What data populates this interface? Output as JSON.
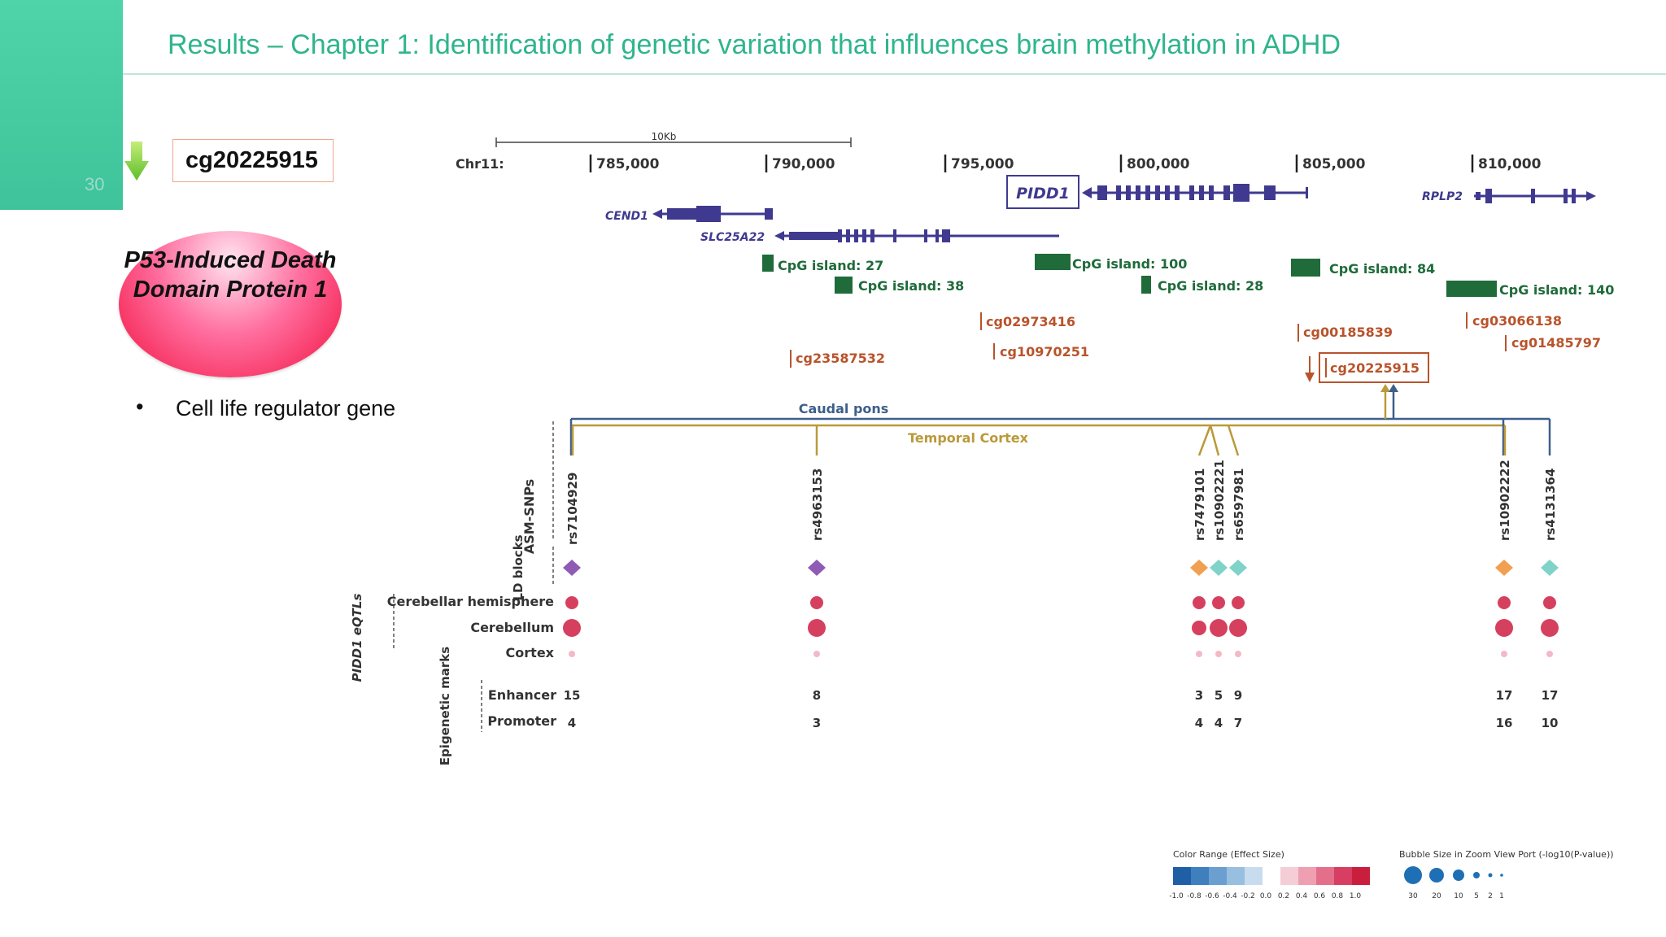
{
  "slide": {
    "number": "30",
    "title": "Results – Chapter 1: Identification of genetic variation that influences brain methylation in ADHD",
    "cpg_id": "cg20225915",
    "gene_name_bubble": "P53-Induced Death Domain Protein 1",
    "bullets": [
      "Cell life regulator gene"
    ]
  },
  "figure": {
    "scale_label": "10Kb",
    "chr_label": "Chr11:",
    "positions": [
      "785,000",
      "790,000",
      "795,000",
      "800,000",
      "805,000",
      "810,000"
    ],
    "genes": [
      "PIDD1",
      "CEND1",
      "SLC25A22",
      "RPLP2"
    ],
    "cpg_islands": [
      "CpG island: 27",
      "CpG island: 38",
      "CpG island: 100",
      "CpG island: 28",
      "CpG island: 84",
      "CpG island: 140"
    ],
    "cg_probes": [
      "cg23587532",
      "cg02973416",
      "cg10970251",
      "cg00185839",
      "cg20225915",
      "cg03066138",
      "cg01485797"
    ],
    "tissues": [
      "Caudal pons",
      "Temporal Cortex"
    ],
    "snps": [
      "rs7104929",
      "rs4963153",
      "rs7479101",
      "rs10902221",
      "rs6597981",
      "rs10902222",
      "rs4131364"
    ],
    "row_groups": {
      "asm": "ASM-SNPs",
      "ld": "LD blocks",
      "eqtl": "PIDD1 eQTLs",
      "epi": "Epigenetic marks"
    },
    "eqtl_rows": [
      "Cerebellar hemisphere",
      "Cerebellum",
      "Cortex"
    ],
    "epi_rows": [
      "Enhancer",
      "Promoter"
    ],
    "enhancer_counts": [
      "15",
      "8",
      "3",
      "5",
      "9",
      "17",
      "17"
    ],
    "promoter_counts": [
      "4",
      "3",
      "4",
      "4",
      "7",
      "16",
      "10"
    ],
    "ld_colors": [
      "#8e5bb5",
      "#8e5bb5",
      "#f0a050",
      "#7fd3c8",
      "#7fd3c8",
      "#f0a050",
      "#7fd3c8"
    ],
    "legend": {
      "color_title": "Color Range (Effect Size)",
      "color_ticks": [
        "-1.0",
        "-0.8",
        "-0.6",
        "-0.4",
        "-0.2",
        "0.0",
        "0.2",
        "0.4",
        "0.6",
        "0.8",
        "1.0"
      ],
      "bubble_title": "Bubble Size in Zoom View Port (-log10(P-value))",
      "bubble_ticks": [
        "30",
        "20",
        "10",
        "5",
        "2",
        "1"
      ]
    },
    "colors": {
      "gene": "#3f3a8f",
      "cpg_island": "#1f6b3a",
      "probe": "#b9532b",
      "pons": "#3d5f8a",
      "cortex": "#b99a3a",
      "dot": "#d6405f"
    }
  }
}
